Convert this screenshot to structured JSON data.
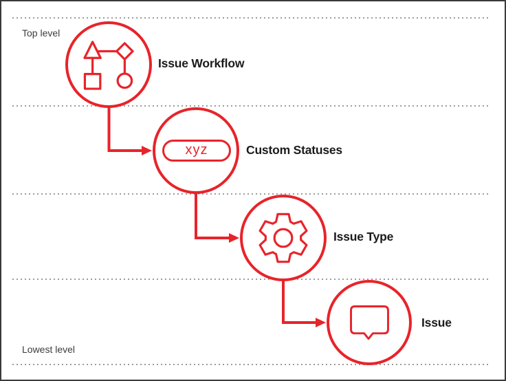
{
  "diagram": {
    "levels": {
      "top_label": "Top level",
      "bottom_label": "Lowest level"
    },
    "nodes": [
      {
        "id": "issue-workflow",
        "label": "Issue Workflow",
        "icon": "workflow-icon"
      },
      {
        "id": "custom-statuses",
        "label": "Custom Statuses",
        "icon": "status-pill-icon",
        "pill_text": "xyz"
      },
      {
        "id": "issue-type",
        "label": "Issue Type",
        "icon": "gear-icon"
      },
      {
        "id": "issue",
        "label": "Issue",
        "icon": "speech-bubble-icon"
      }
    ],
    "colors": {
      "accent_red": "#e7242a",
      "label_text": "#1b1b1b",
      "level_text": "#3c3c3c",
      "dotted_line": "#9b9b9b",
      "frame_border": "#3a3a3a"
    }
  }
}
